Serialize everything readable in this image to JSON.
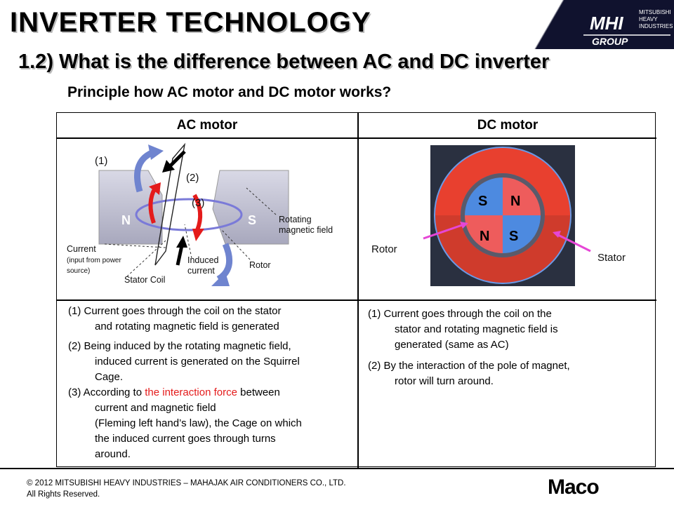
{
  "header": {
    "title": "INVERTER TECHNOLOGY",
    "subtitle": "1.2) What is the difference between AC and DC inverter",
    "question": "Principle how AC motor and DC motor works?"
  },
  "logo": {
    "line1": "MITSUBISHI",
    "line2": "HEAVY",
    "line3": "INDUSTRIES",
    "mark": "MHI",
    "group": "GROUP"
  },
  "table": {
    "ac_header": "AC motor",
    "dc_header": "DC motor"
  },
  "ac_diagram": {
    "label_1": "(1)",
    "label_2": "(2)",
    "label_3": "(3)",
    "rotating_field": "Rotating magnetic field",
    "current": "Current",
    "current_note": "(input from power source)",
    "induced_current": "Induced current",
    "rotor": "Rotor",
    "stator_coil": "Stator Coil",
    "pole_n": "N",
    "pole_s": "S"
  },
  "dc_diagram": {
    "rotor": "Rotor",
    "stator": "Stator",
    "q_tl": "S",
    "q_tr": "N",
    "q_bl": "N",
    "q_br": "S"
  },
  "ac_text": {
    "p1_a": "(1) Current goes through the coil on the stator",
    "p1_b": "and rotating magnetic field is generated",
    "p2_a": "(2) Being induced by the rotating magnetic field,",
    "p2_b": "induced current is generated on the Squirrel",
    "p2_c": "Cage.",
    "p3_a1": "(3) According to ",
    "p3_red": "the interaction force",
    "p3_a2": " between",
    "p3_b": "current and magnetic field",
    "p3_c": "(Fleming left hand’s law), the Cage on which",
    "p3_d": "the induced current goes through turns",
    "p3_e": "around."
  },
  "dc_text": {
    "p1_a": "(1) Current goes through the coil on the",
    "p1_b": "stator and rotating magnetic field is",
    "p1_c": "generated (same as AC)",
    "p2_a": "(2) By the interaction of the pole of magnet,",
    "p2_b": "rotor will turn around."
  },
  "footer": {
    "copyright": "© 2012 MITSUBISHI  HEAVY INDUSTRIES  – MAHAJAK AIR CONDITIONERS  CO., LTD.",
    "rights": "All Rights Reserved.",
    "brand": "Maco"
  },
  "colors": {
    "red": "#e41b1b",
    "blue": "#3f7ad6",
    "navy": "#10122e"
  }
}
